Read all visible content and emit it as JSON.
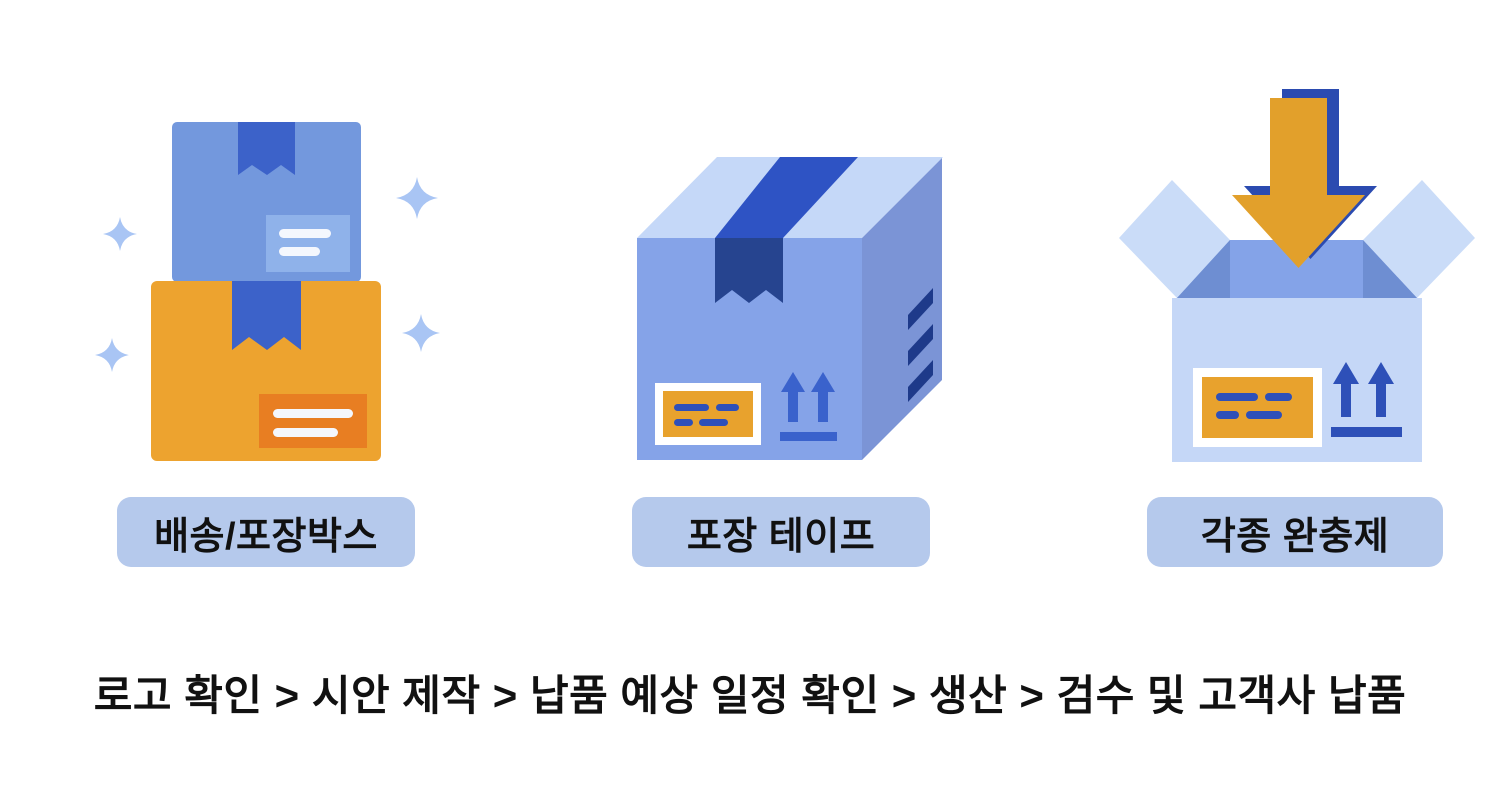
{
  "items": [
    {
      "label": "배송/포장박스",
      "icon": "stacked-boxes-icon"
    },
    {
      "label": "포장 테이프",
      "icon": "taped-box-icon"
    },
    {
      "label": "각종 완충제",
      "icon": "open-box-arrow-icon"
    }
  ],
  "process_text": "로고 확인 > 시안 제작 > 납품 예상 일정 확인 > 생산 > 검수 및 고객사 납품",
  "colors": {
    "background": "#ffffff",
    "pill_bg": "#b5c9ec",
    "text": "#111111",
    "box_blue": "#7398dd",
    "ribbon_blue": "#3c62c9",
    "label_blue": "#8fb2ea",
    "box_orange": "#eda32f",
    "label_orange_dark": "#e87e22",
    "sparkle_blue": "#a9c5f4",
    "crate_top": "#c5d8f8",
    "crate_front": "#85a3e8",
    "crate_side": "#7b94d6",
    "tape_top": "#2e53c4",
    "tape_front": "#26448f",
    "navy": "#1e3a8a",
    "sticker_orange": "#e8a22d",
    "sticker_dash": "#2e50b8",
    "arrow_up_blue": "#3a62cc",
    "open_front": "#c5d7f7",
    "open_flap": "#cadcf8",
    "open_back": "#84a3e8",
    "open_side": "#6e8ed2",
    "big_arrow_orange": "#e2a02b",
    "big_arrow_navy": "#2b4bb0"
  }
}
